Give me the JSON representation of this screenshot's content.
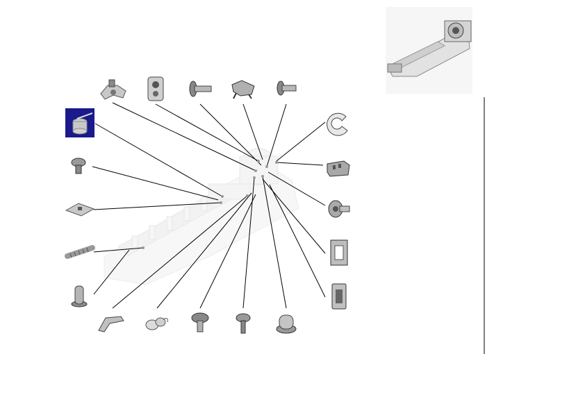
{
  "diagram": {
    "title": "",
    "parts": [
      {
        "id": "clip-top",
        "icon": "clip-part-icon"
      },
      {
        "id": "bracket-top",
        "icon": "bracket-part-icon"
      },
      {
        "id": "pin-top",
        "icon": "pin-part-icon"
      },
      {
        "id": "latch-top",
        "icon": "latch-part-icon"
      },
      {
        "id": "pin-top-right",
        "icon": "pin-part-icon"
      },
      {
        "id": "torsion-spring",
        "icon": "torsion-spring-icon"
      },
      {
        "id": "screw-left",
        "icon": "screw-part-icon"
      },
      {
        "id": "plate-left",
        "icon": "plate-part-icon"
      },
      {
        "id": "coil-spring",
        "icon": "coil-spring-icon"
      },
      {
        "id": "stud-left",
        "icon": "stud-part-icon"
      },
      {
        "id": "hook-bottom",
        "icon": "hook-part-icon"
      },
      {
        "id": "spring-bottom",
        "icon": "small-spring-icon"
      },
      {
        "id": "pin-bottom",
        "icon": "pin-part-icon"
      },
      {
        "id": "screw-bottom",
        "icon": "screw-part-icon"
      },
      {
        "id": "knob-bottom",
        "icon": "knob-part-icon"
      },
      {
        "id": "e-ring",
        "icon": "e-ring-icon"
      },
      {
        "id": "connector-right",
        "icon": "connector-part-icon"
      },
      {
        "id": "roller-right",
        "icon": "roller-part-icon"
      },
      {
        "id": "frame-right",
        "icon": "frame-part-icon"
      },
      {
        "id": "holder-right",
        "icon": "holder-part-icon"
      }
    ],
    "thumbnail_icon": "assembly-thumbnail-icon",
    "colors": {
      "line": "#000000",
      "part_fill": "#c8c8c8",
      "part_dark": "#7a7a7a",
      "assembly": "#e6e6e6",
      "highlight_bg": "#1a1a8c"
    }
  }
}
